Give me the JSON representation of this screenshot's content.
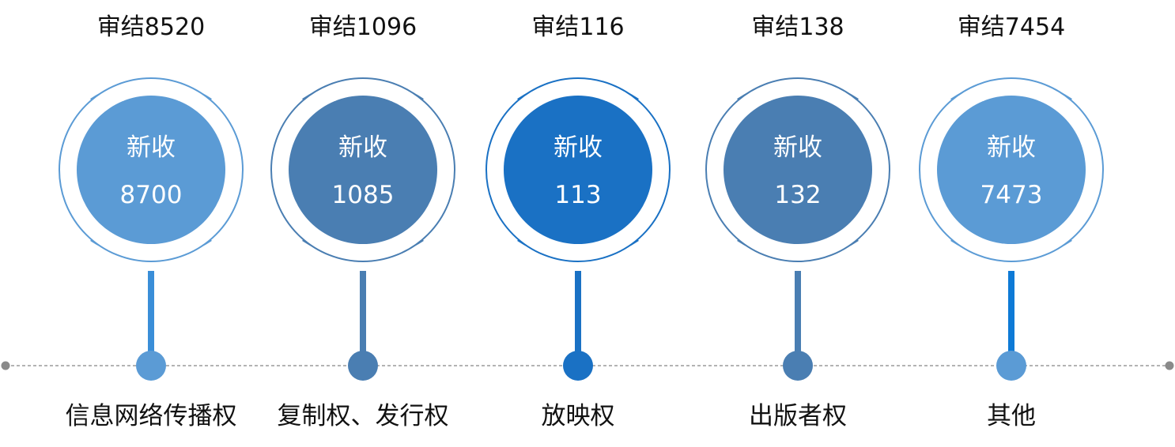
{
  "chart_data": {
    "type": "diagram",
    "categories": [
      "信息网络传播权",
      "复制权、发行权",
      "放映权",
      "出版者权",
      "其他"
    ],
    "series": [
      {
        "name": "审结",
        "values": [
          8520,
          1096,
          116,
          138,
          7454
        ]
      },
      {
        "name": "新收",
        "values": [
          8700,
          1085,
          113,
          132,
          7473
        ]
      }
    ]
  },
  "items": [
    {
      "concluded_label": "审结8520",
      "new_label": "新收",
      "new_value": "8700",
      "category": "信息网络传播权",
      "color": "#5b9bd5",
      "accent": "#3a8ed8"
    },
    {
      "concluded_label": "审结1096",
      "new_label": "新收",
      "new_value": "1085",
      "category": "复制权、发行权",
      "color": "#4a7eb2",
      "accent": "#4a7eb2"
    },
    {
      "concluded_label": "审结116",
      "new_label": "新收",
      "new_value": "113",
      "category": "放映权",
      "color": "#1a71c4",
      "accent": "#1a71c4"
    },
    {
      "concluded_label": "审结138",
      "new_label": "新收",
      "new_value": "132",
      "category": "出版者权",
      "color": "#4a7eb2",
      "accent": "#4a7eb2"
    },
    {
      "concluded_label": "审结7454",
      "new_label": "新收",
      "new_value": "7473",
      "category": "其他",
      "color": "#5b9bd5",
      "accent": "#0e7ad6"
    }
  ],
  "timeline": {
    "line_color": "#9a9a9a",
    "endpoint_color": "#8a8a8a"
  }
}
